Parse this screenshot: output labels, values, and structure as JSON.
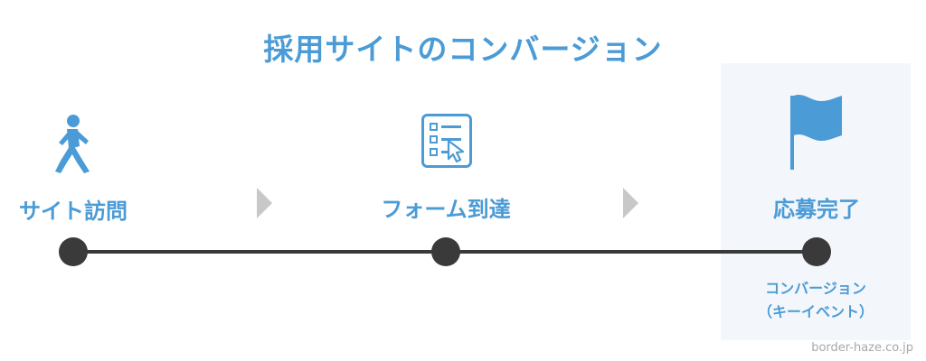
{
  "title": "採用サイトのコンバージョン",
  "steps": [
    {
      "label": "サイト訪問",
      "icon": "walking-person-icon"
    },
    {
      "label": "フォーム到達",
      "icon": "form-checklist-icon"
    },
    {
      "label": "応募完了",
      "icon": "flag-icon"
    }
  ],
  "conversion": {
    "line1": "コンバージョン",
    "line2": "（キーイベント）"
  },
  "credit": "border-haze.co.jp",
  "colors": {
    "accent": "#4b9bd6",
    "line": "#3a3a3a",
    "arrow": "#c8c8c8",
    "highlight": "#f3f7fb"
  }
}
